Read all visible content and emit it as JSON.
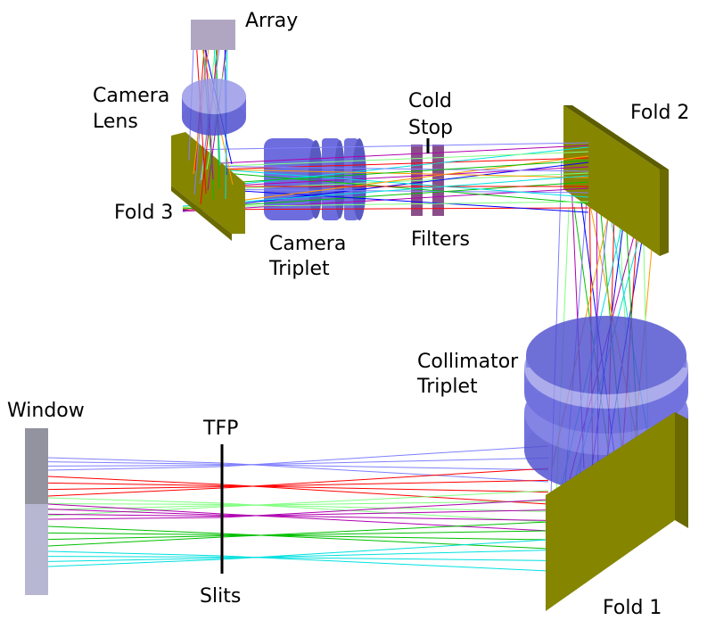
{
  "labels": {
    "array": "Array",
    "camera_lens_1": "Camera",
    "camera_lens_2": "Lens",
    "cold_stop_1": "Cold",
    "cold_stop_2": "Stop",
    "fold2": "Fold 2",
    "fold3": "Fold 3",
    "camera_triplet_1": "Camera",
    "camera_triplet_2": "Triplet",
    "filters": "Filters",
    "collimator_triplet_1": "Collimator",
    "collimator_triplet_2": "Triplet",
    "window": "Window",
    "tfp": "TFP",
    "slits": "Slits",
    "fold1": "Fold 1"
  },
  "colors": {
    "mirror_face": "#858500",
    "mirror_edge": "#5c5c00",
    "lens_blue": "#5454d8",
    "lens_light": "#9a9ae8",
    "filter_purple": "#8a4f8a",
    "window_dark": "#93939f",
    "window_light": "#b7b7d2",
    "ray_colors": [
      "#7f7fff",
      "#ff0000",
      "#80ff80",
      "#b000b0",
      "#00c000",
      "#00e0e0",
      "#0000ff",
      "#ff9900"
    ]
  }
}
